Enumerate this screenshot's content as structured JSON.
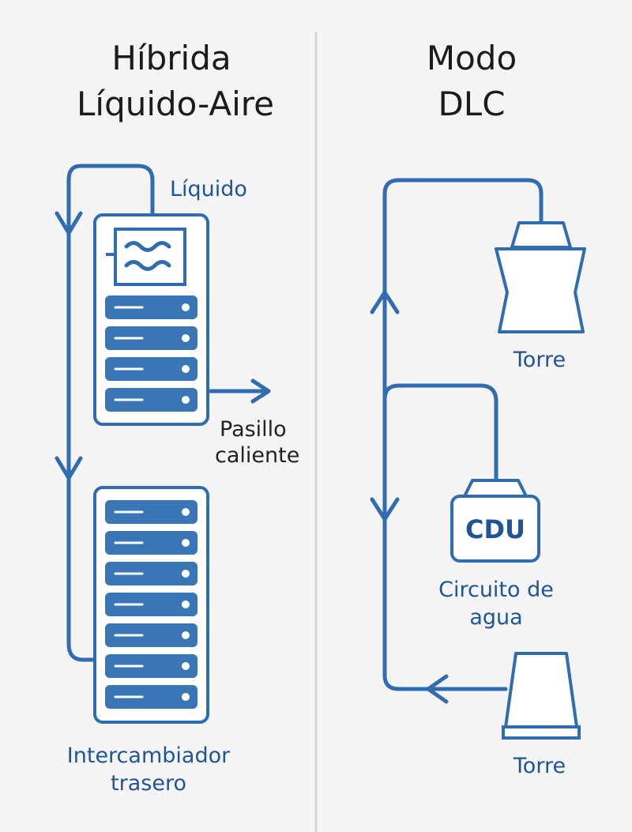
{
  "left": {
    "title_line1": "Híbrida",
    "title_line2": "Líquido-Aire",
    "liquid_label": "Líquido",
    "hot_aisle_line1": "Pasillo",
    "hot_aisle_line2": "caliente",
    "exchanger_line1": "Intercambiador",
    "exchanger_line2": "trasero"
  },
  "right": {
    "title_line1": "Modo",
    "title_line2": "DLC",
    "tower_top_label": "Torre",
    "cdu_label": "CDU",
    "water_loop_line1": "Circuito de",
    "water_loop_line2": "agua",
    "tower_bottom_label": "Torre"
  },
  "colors": {
    "accent": "#2f6db0",
    "slot": "#3a75b6",
    "background": "#f4f4f4"
  }
}
